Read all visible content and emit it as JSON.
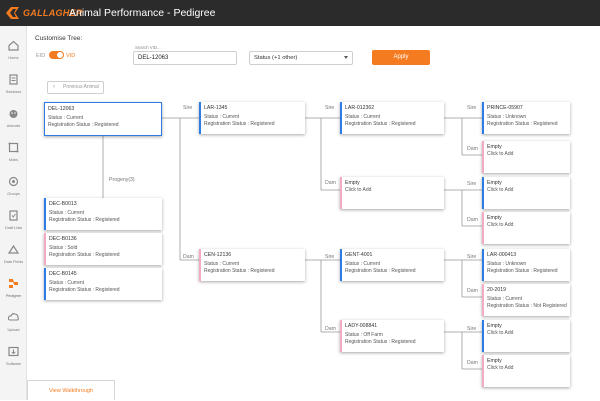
{
  "header": {
    "brand": "GALLAGHER",
    "title": "Animal Performance - Pedigree"
  },
  "sidebar": {
    "items": [
      {
        "label": "Home",
        "icon": "home-icon",
        "active": false
      },
      {
        "label": "Sessions",
        "icon": "sessions-icon",
        "active": false
      },
      {
        "label": "Animals",
        "icon": "animals-icon",
        "active": false
      },
      {
        "label": "Mobs",
        "icon": "mobs-icon",
        "active": false
      },
      {
        "label": "Groups",
        "icon": "groups-icon",
        "active": false
      },
      {
        "label": "Draft Lists",
        "icon": "draft-lists-icon",
        "active": false
      },
      {
        "label": "Data Fields",
        "icon": "data-fields-icon",
        "active": false
      },
      {
        "label": "Pedigree",
        "icon": "pedigree-icon",
        "active": true
      },
      {
        "label": "Upload",
        "icon": "upload-icon",
        "active": false
      },
      {
        "label": "Software",
        "icon": "software-icon",
        "active": false
      }
    ]
  },
  "controls": {
    "customise_label": "Customise Tree:",
    "toggle_eid": "EID",
    "toggle_vid": "VID",
    "toggle_on": "VID",
    "search_label": "Search VID...",
    "search_value": "DEL-12063",
    "status_select": "Status (+1 other)",
    "apply": "Apply",
    "previous": "Previous Animal"
  },
  "relation_labels": {
    "sire": "Sire",
    "dam": "Dam",
    "progeny": "Progeny(3)"
  },
  "tree": {
    "root": {
      "name": "DEL-12063",
      "status": "Status : Current",
      "registration": "Registration Status : Registered"
    },
    "progeny": [
      {
        "name": "DEC-B0013",
        "status": "Status : Current",
        "registration": "Registration Status : Registered"
      },
      {
        "name": "DEC-B0136",
        "status": "Status : Sold",
        "registration": "Registration Status : Registered"
      },
      {
        "name": "DEC-B0145",
        "status": "Status : Current",
        "registration": "Registration Status : Registered"
      }
    ],
    "sire": {
      "name": "LAR-1345",
      "status": "Status : Current",
      "registration": "Registration Status : Registered"
    },
    "dam": {
      "name": "CEN-12136",
      "status": "Status : Current",
      "registration": "Registration Status : Registered"
    },
    "sire_sire": {
      "name": "LAR-012362",
      "status": "Status : Current",
      "registration": "Registration Status : Registered"
    },
    "sire_dam": {
      "name": "Empty",
      "status": "Click to Add"
    },
    "dam_sire": {
      "name": "GENT-4001",
      "status": "Status : Current",
      "registration": "Registration Status : Registered"
    },
    "dam_dam": {
      "name": "LADY-008841",
      "status": "Status : Off Farm",
      "registration": "Registration Status : Registered"
    },
    "g3": [
      {
        "name": "PRINCE-05907",
        "status": "Status : Unknown",
        "registration": "Registration Status : Registered"
      },
      {
        "name": "Empty",
        "status": "Click to Add"
      },
      {
        "name": "Empty",
        "status": "Click to Add"
      },
      {
        "name": "Empty",
        "status": "Click to Add"
      },
      {
        "name": "LAR-000413",
        "status": "Status : Unknown",
        "registration": "Registration Status : Registered"
      },
      {
        "name": "20-2019",
        "status": "Status : Current",
        "registration": "Registration Status : Not Registered"
      },
      {
        "name": "Empty",
        "status": "Click to Add"
      },
      {
        "name": "Empty",
        "status": "Click to Add"
      }
    ]
  },
  "footer": {
    "walkthrough": "View Walkthrough"
  },
  "colors": {
    "accent": "#f47b20",
    "male": "#2d7be5",
    "female": "#f4a9c4",
    "topbar": "#2b2b2b"
  }
}
